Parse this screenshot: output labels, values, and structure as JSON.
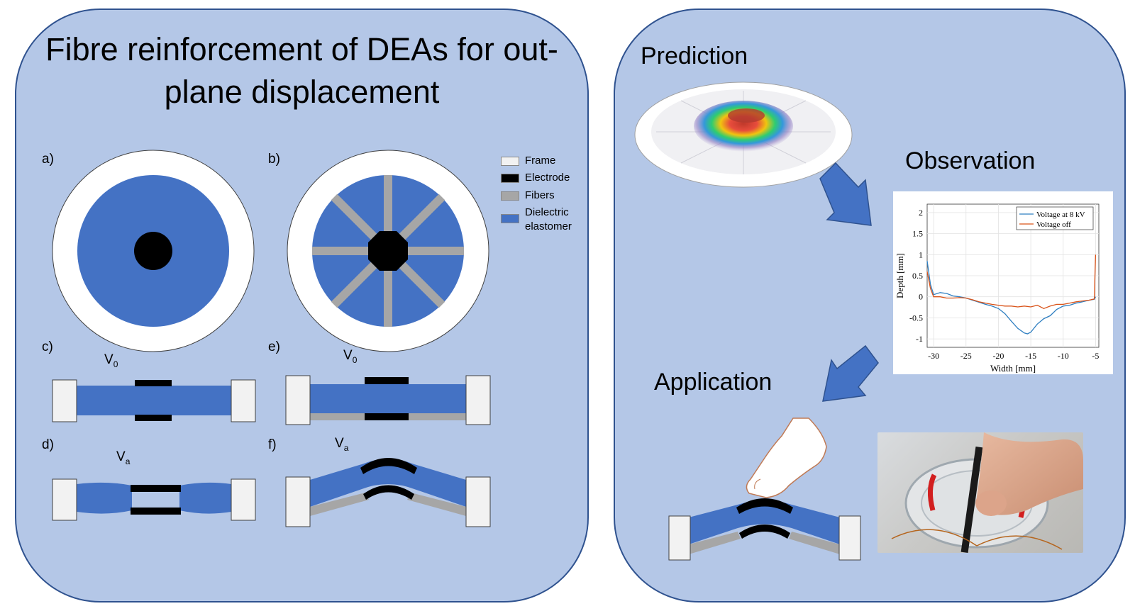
{
  "title": "Fibre reinforcement of DEAs for out-plane displacement",
  "panel_labels": {
    "a": "a)",
    "b": "b)",
    "c": "c)",
    "d": "d)",
    "e": "e)",
    "f": "f)"
  },
  "voltage_labels": {
    "v0": "V",
    "v0_sub": "0",
    "va": "V",
    "va_sub": "a"
  },
  "legend": [
    {
      "label": "Frame",
      "color": "#f2f2f2"
    },
    {
      "label": "Electrode",
      "color": "#000000"
    },
    {
      "label": "Fibers",
      "color": "#a6a6a6"
    },
    {
      "label": "Dielectric",
      "label2": "elastomer",
      "color": "#4472c4"
    }
  ],
  "sections": {
    "prediction": "Prediction",
    "observation": "Observation",
    "application": "Application"
  },
  "colors": {
    "panel_fill": "#b4c7e7",
    "panel_border": "#2f528f",
    "frame": "#f2f2f2",
    "electrode": "#000000",
    "fibers": "#a6a6a6",
    "dielectric": "#4472c4",
    "arrow": "#4472c4"
  },
  "chart_data": {
    "type": "line",
    "xlabel": "Width [mm]",
    "ylabel": "Depth [mm]",
    "xlim": [
      -31,
      -4.5
    ],
    "ylim": [
      -1.2,
      2.2
    ],
    "xticks": [
      -30,
      -25,
      -20,
      -15,
      -10,
      -5
    ],
    "yticks": [
      -1,
      -0.5,
      0,
      0.5,
      1,
      1.5,
      2
    ],
    "grid": true,
    "legend_position": "top-right",
    "series": [
      {
        "name": "Voltage at 8 kV",
        "color": "#2f7fc1",
        "x": [
          -31,
          -30.5,
          -30,
          -29,
          -28,
          -27,
          -26,
          -25,
          -24,
          -23,
          -22,
          -21,
          -20,
          -19,
          -18,
          -17,
          -16,
          -15.5,
          -15,
          -14,
          -13,
          -12,
          -11,
          -10,
          -9,
          -8,
          -7,
          -6,
          -5.2,
          -5
        ],
        "y": [
          0.85,
          0.3,
          0.05,
          0.1,
          0.08,
          0.02,
          0.0,
          -0.03,
          -0.08,
          -0.13,
          -0.18,
          -0.22,
          -0.28,
          -0.4,
          -0.58,
          -0.75,
          -0.86,
          -0.88,
          -0.84,
          -0.65,
          -0.52,
          -0.45,
          -0.3,
          -0.22,
          -0.2,
          -0.15,
          -0.12,
          -0.08,
          -0.06,
          0.0
        ]
      },
      {
        "name": "Voltage off",
        "color": "#d95319",
        "x": [
          -31,
          -30.5,
          -30,
          -29,
          -28,
          -27,
          -26,
          -25,
          -24,
          -23,
          -22,
          -21,
          -20,
          -19,
          -18,
          -17,
          -16,
          -15,
          -14,
          -13,
          -12,
          -11,
          -10,
          -9,
          -8,
          -7,
          -6,
          -5.2,
          -5
        ],
        "y": [
          0.6,
          0.2,
          0.0,
          0.0,
          -0.03,
          -0.03,
          -0.02,
          -0.03,
          -0.07,
          -0.12,
          -0.15,
          -0.18,
          -0.2,
          -0.22,
          -0.22,
          -0.24,
          -0.22,
          -0.24,
          -0.2,
          -0.28,
          -0.22,
          -0.18,
          -0.18,
          -0.15,
          -0.12,
          -0.1,
          -0.08,
          -0.05,
          1.0
        ]
      }
    ]
  }
}
